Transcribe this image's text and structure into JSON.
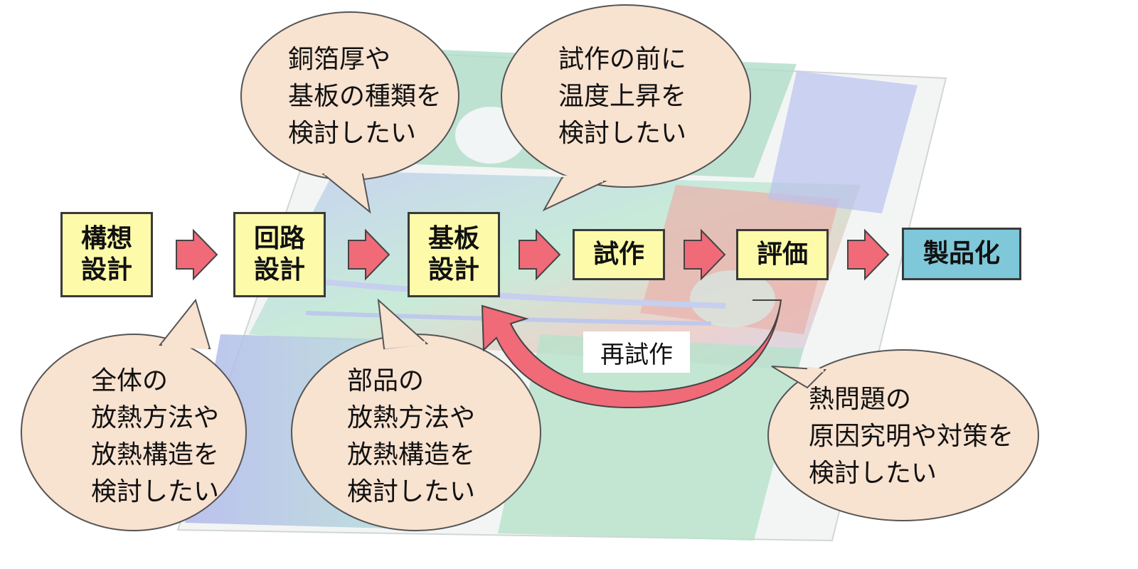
{
  "steps": [
    {
      "id": "koso",
      "label": "構想\n設計",
      "color": "#fdfaa9"
    },
    {
      "id": "kairo",
      "label": "回路\n設計",
      "color": "#fdfaa9"
    },
    {
      "id": "kiban",
      "label": "基板\n設計",
      "color": "#fdfaa9"
    },
    {
      "id": "shisaku",
      "label": "試作",
      "color": "#fdfaa9"
    },
    {
      "id": "hyoka",
      "label": "評価",
      "color": "#fdfaa9"
    },
    {
      "id": "seihinka",
      "label": "製品化",
      "color": "#7ec8d9"
    }
  ],
  "bubbles": {
    "copper_foil": "銅箔厚や\n基板の種類を\n検討したい",
    "temperature": "試作の前に\n温度上昇を\n検討したい",
    "overall": "全体の\n放熱方法や\n放熱構造を\n検討したい",
    "parts": "部品の\n放熱方法や\n放熱構造を\n検討したい",
    "thermal_issue": "熱問題の\n原因究明や対策を\n検討したい"
  },
  "loop_label": "再試作",
  "colors": {
    "step_fill": "#fdfaa9",
    "product_fill": "#7ec8d9",
    "arrow": "#f06a78",
    "bubble": "#f8e2d0"
  }
}
